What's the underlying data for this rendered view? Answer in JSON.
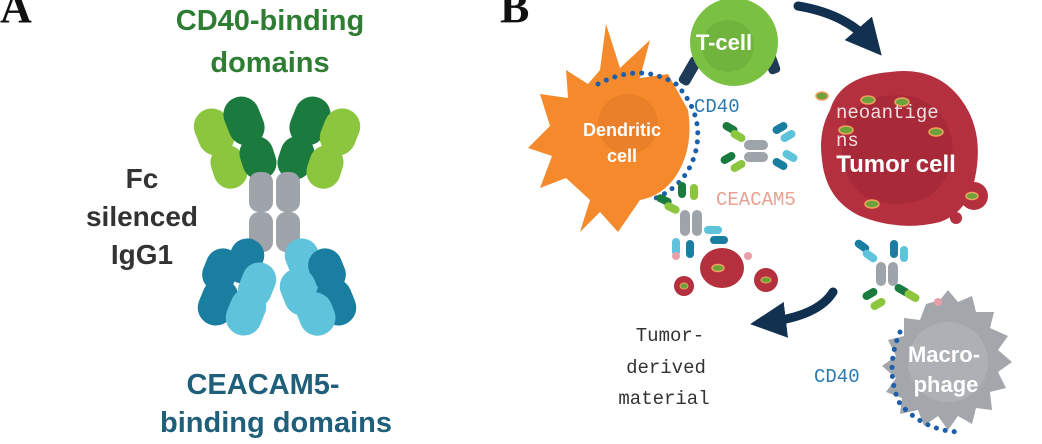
{
  "panel_a": {
    "label": "A",
    "cd40_title": [
      "CD40-binding",
      "domains"
    ],
    "fc_title": [
      "Fc",
      "silenced",
      "IgG1"
    ],
    "ceacam5_title": [
      "CEACAM5-",
      "binding domains"
    ]
  },
  "panel_b": {
    "label": "B",
    "tcell": "T-cell",
    "dendritic": [
      "Dendritic",
      "cell"
    ],
    "cd40_upper": "CD40",
    "neoantigens": [
      "neoantige",
      "ns"
    ],
    "tumor_cell": "Tumor cell",
    "ceacam5": "CEACAM5",
    "tumor_derived": [
      "Tumor-",
      "derived",
      "material"
    ],
    "cd40_lower": "CD40",
    "macrophage": [
      "Macro-",
      "phage"
    ]
  },
  "colors": {
    "dark_green": "#1b7a3d",
    "light_green": "#8cc63f",
    "grey": "#9ea4aa",
    "dark_blue": "#1a7ea0",
    "light_blue": "#5fc3dc",
    "dendritic_orange": "#f58a2c",
    "tumor_red": "#b5303f",
    "tcell_green": "#7ac143",
    "macrophage_grey": "#a3a6ab",
    "navy_arrow": "#12304f"
  }
}
